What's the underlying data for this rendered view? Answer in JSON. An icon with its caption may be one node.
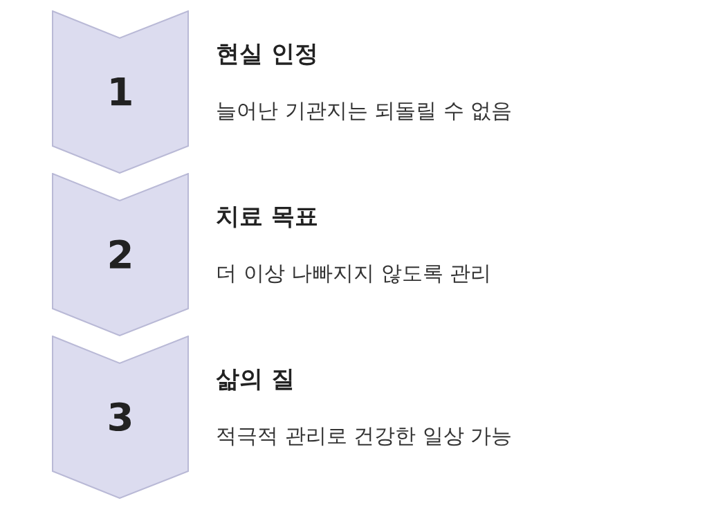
{
  "diagram": {
    "nodes": [
      {
        "text": [
          "1"
        ],
        "beside": [
          "현실 인정",
          "늘어난 기관지는 되돌릴 수 없음"
        ]
      },
      {
        "text": [
          "2"
        ],
        "beside": [
          "치료 목표",
          "더 이상 나빠지지 않도록 관리"
        ]
      },
      {
        "text": [
          "3"
        ],
        "beside": [
          "삶의 질",
          "적극적 관리로 건강한 일상 가능"
        ]
      }
    ],
    "edges": []
  }
}
